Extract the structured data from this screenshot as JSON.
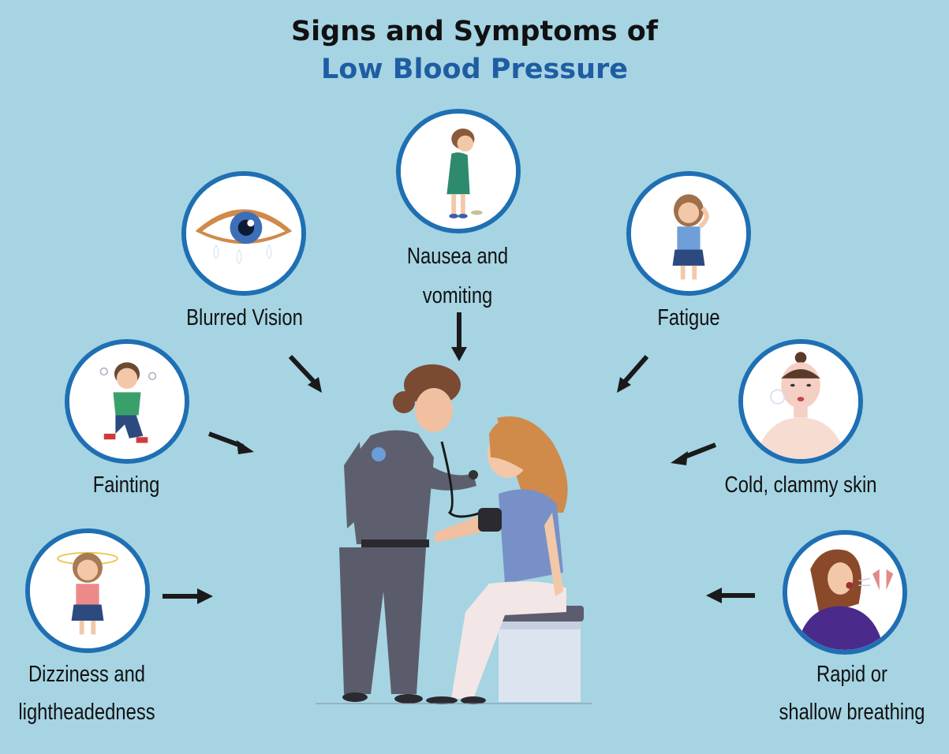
{
  "title": {
    "line1": "Signs and Symptoms of",
    "line2": "Low Blood Pressure"
  },
  "symptoms": {
    "nausea": {
      "line1": "Nausea and",
      "line2": "vomiting"
    },
    "blurred_vision": "Blurred Vision",
    "fatigue": "Fatigue",
    "fainting": "Fainting",
    "cold_skin": "Cold, clammy skin",
    "dizziness": {
      "line1": "Dizziness and",
      "line2": "lightheadedness"
    },
    "breathing": {
      "line1": "Rapid or",
      "line2": "shallow breathing"
    }
  },
  "colors": {
    "background": "#a6d4e3",
    "title_accent": "#1f5da3",
    "circle_border": "#1f6fb3",
    "arrow": "#1a1a1a"
  }
}
